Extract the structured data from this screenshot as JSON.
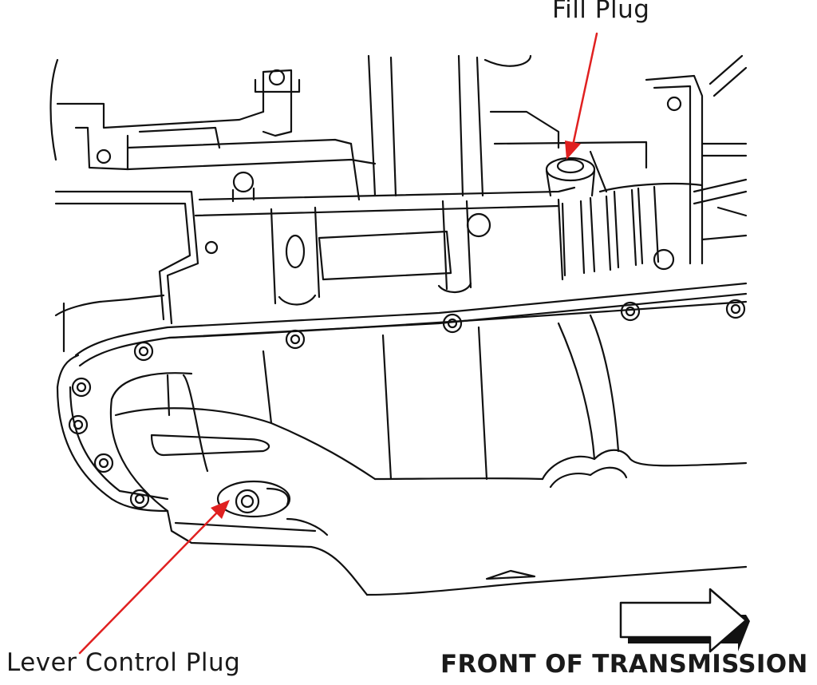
{
  "diagram": {
    "labels": {
      "fill_plug": "Fill Plug",
      "lever_control_plug": "Lever Control Plug",
      "front_of_transmission": "FRONT OF TRANSMISSION"
    },
    "colors": {
      "line": "#111111",
      "callout_arrow": "#e02020",
      "background": "#ffffff"
    }
  }
}
